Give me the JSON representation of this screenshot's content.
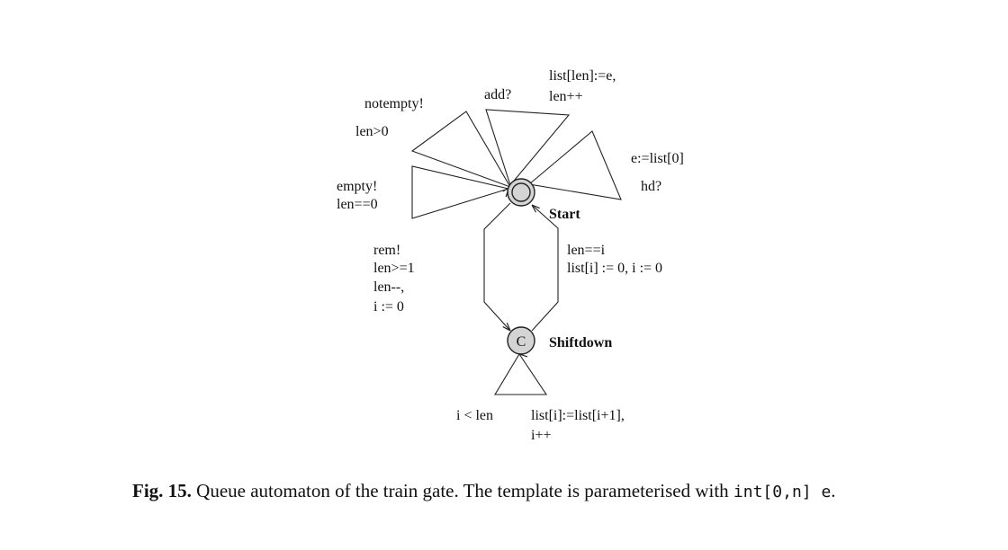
{
  "diagram": {
    "states": {
      "start": {
        "name": "Start"
      },
      "shiftdown": {
        "name": "Shiftdown",
        "committed_marker": "C"
      }
    },
    "labels": {
      "notempty_sync": "notempty!",
      "notempty_guard": "len>0",
      "add_sync": "add?",
      "add_update_1": "list[len]:=e,",
      "add_update_2": "len++",
      "hd_update": "e:=list[0]",
      "hd_sync": "hd?",
      "empty_sync": "empty!",
      "empty_guard": "len==0",
      "rem_sync": "rem!",
      "rem_guard": "len>=1",
      "rem_update_1": "len--,",
      "rem_update_2": "i := 0",
      "return_guard": "len==i",
      "return_update": "list[i] := 0, i := 0",
      "loop_guard": "i < len",
      "loop_update_1": "list[i]:=list[i+1],",
      "loop_update_2": "i++"
    }
  },
  "caption": {
    "label": "Fig. 15.",
    "text": "Queue automaton of the train gate. The template is parameterised with",
    "code": "int[0,n] e",
    "end": "."
  }
}
